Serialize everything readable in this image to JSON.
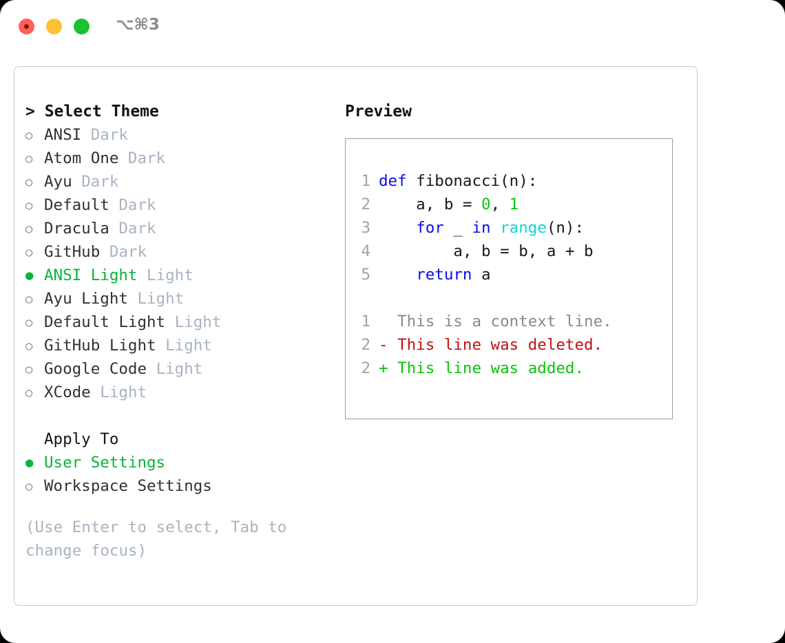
{
  "titlebar": {
    "shortcut": "⌥⌘3",
    "buttons": [
      {
        "name": "close",
        "color": "#ff6058"
      },
      {
        "name": "minimize",
        "color": "#ffc130"
      },
      {
        "name": "zoom",
        "color": "#19c332"
      }
    ]
  },
  "theme_picker": {
    "header": "> Select Theme",
    "bullet_unselected": "○",
    "bullet_selected": "●",
    "items": [
      {
        "name": "ANSI",
        "category": "Dark",
        "selected": false
      },
      {
        "name": "Atom One",
        "category": "Dark",
        "selected": false
      },
      {
        "name": "Ayu",
        "category": "Dark",
        "selected": false
      },
      {
        "name": "Default",
        "category": "Dark",
        "selected": false
      },
      {
        "name": "Dracula",
        "category": "Dark",
        "selected": false
      },
      {
        "name": "GitHub",
        "category": "Dark",
        "selected": false
      },
      {
        "name": "ANSI Light",
        "category": "Light",
        "selected": true
      },
      {
        "name": "Ayu Light",
        "category": "Light",
        "selected": false
      },
      {
        "name": "Default Light",
        "category": "Light",
        "selected": false
      },
      {
        "name": "GitHub Light",
        "category": "Light",
        "selected": false
      },
      {
        "name": "Google Code",
        "category": "Light",
        "selected": false
      },
      {
        "name": "XCode",
        "category": "Light",
        "selected": false
      }
    ]
  },
  "apply_to": {
    "header": "Apply To",
    "options": [
      {
        "label": "User Settings",
        "selected": true
      },
      {
        "label": "Workspace Settings",
        "selected": false
      }
    ]
  },
  "hint": "(Use Enter to select, Tab to change focus)",
  "preview": {
    "label": "Preview",
    "code_lines": [
      {
        "ln": "1",
        "tokens": [
          {
            "t": "def ",
            "c": "kw"
          },
          {
            "t": "fibonacci(n):",
            "c": "plain"
          }
        ]
      },
      {
        "ln": "2",
        "tokens": [
          {
            "t": "    a, b = ",
            "c": "plain"
          },
          {
            "t": "0",
            "c": "num"
          },
          {
            "t": ", ",
            "c": "plain"
          },
          {
            "t": "1",
            "c": "num"
          }
        ]
      },
      {
        "ln": "3",
        "tokens": [
          {
            "t": "    ",
            "c": "plain"
          },
          {
            "t": "for",
            "c": "kw"
          },
          {
            "t": " _ ",
            "c": "plain"
          },
          {
            "t": "in",
            "c": "kw"
          },
          {
            "t": " ",
            "c": "plain"
          },
          {
            "t": "range",
            "c": "fn"
          },
          {
            "t": "(n):",
            "c": "plain"
          }
        ]
      },
      {
        "ln": "4",
        "tokens": [
          {
            "t": "        a, b = b, a + b",
            "c": "plain"
          }
        ]
      },
      {
        "ln": "5",
        "tokens": [
          {
            "t": "    ",
            "c": "plain"
          },
          {
            "t": "return",
            "c": "kw"
          },
          {
            "t": " a",
            "c": "plain"
          }
        ]
      }
    ],
    "diff_lines": [
      {
        "ln": "1",
        "marker": "  ",
        "text": "This is a context line.",
        "kind": "ctx"
      },
      {
        "ln": "2",
        "marker": "- ",
        "text": "This line was deleted.",
        "kind": "del"
      },
      {
        "ln": "2",
        "marker": "+ ",
        "text": "This line was added.",
        "kind": "add"
      }
    ]
  },
  "colors": {
    "accent_green": "#0bb23a",
    "muted": "#a9b3c0",
    "keyword_blue": "#0b0bf0",
    "function_cyan": "#16d3d3",
    "number_green": "#0ac40a",
    "diff_delete_red": "#c01111",
    "diff_add_green": "#0ac40a",
    "panel_border": "#c6ccd4",
    "preview_border": "#8f9bab"
  }
}
